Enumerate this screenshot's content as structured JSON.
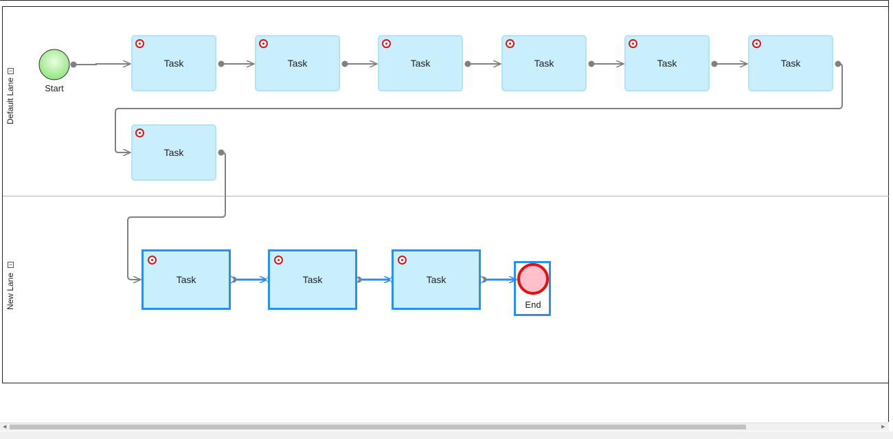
{
  "lanes": {
    "default_lane": "Default Lane",
    "new_lane": "New Lane",
    "collapse_symbol": "−"
  },
  "events": {
    "start_label": "Start",
    "end_label": "End"
  },
  "tasks": [
    {
      "label": "Task",
      "lane": "Default Lane"
    },
    {
      "label": "Task",
      "lane": "Default Lane"
    },
    {
      "label": "Task",
      "lane": "Default Lane"
    },
    {
      "label": "Task",
      "lane": "Default Lane"
    },
    {
      "label": "Task",
      "lane": "Default Lane"
    },
    {
      "label": "Task",
      "lane": "Default Lane"
    },
    {
      "label": "Task",
      "lane": "Default Lane"
    },
    {
      "label": "Task",
      "lane": "New Lane",
      "selected": true
    },
    {
      "label": "Task",
      "lane": "New Lane",
      "selected": true
    },
    {
      "label": "Task",
      "lane": "New Lane",
      "selected": true
    }
  ],
  "colors": {
    "task_fill": "#c9eefc",
    "task_border": "#b3e3f7",
    "selection": "#2b8fef",
    "start_fill": "#b8f5a8",
    "end_fill": "#ffc0cb",
    "end_stroke": "#e51010",
    "task_marker": "#e51010",
    "flow": "#808080"
  },
  "icons": {
    "task_marker": "target-icon",
    "start": "start-event-icon",
    "end": "end-event-icon"
  }
}
